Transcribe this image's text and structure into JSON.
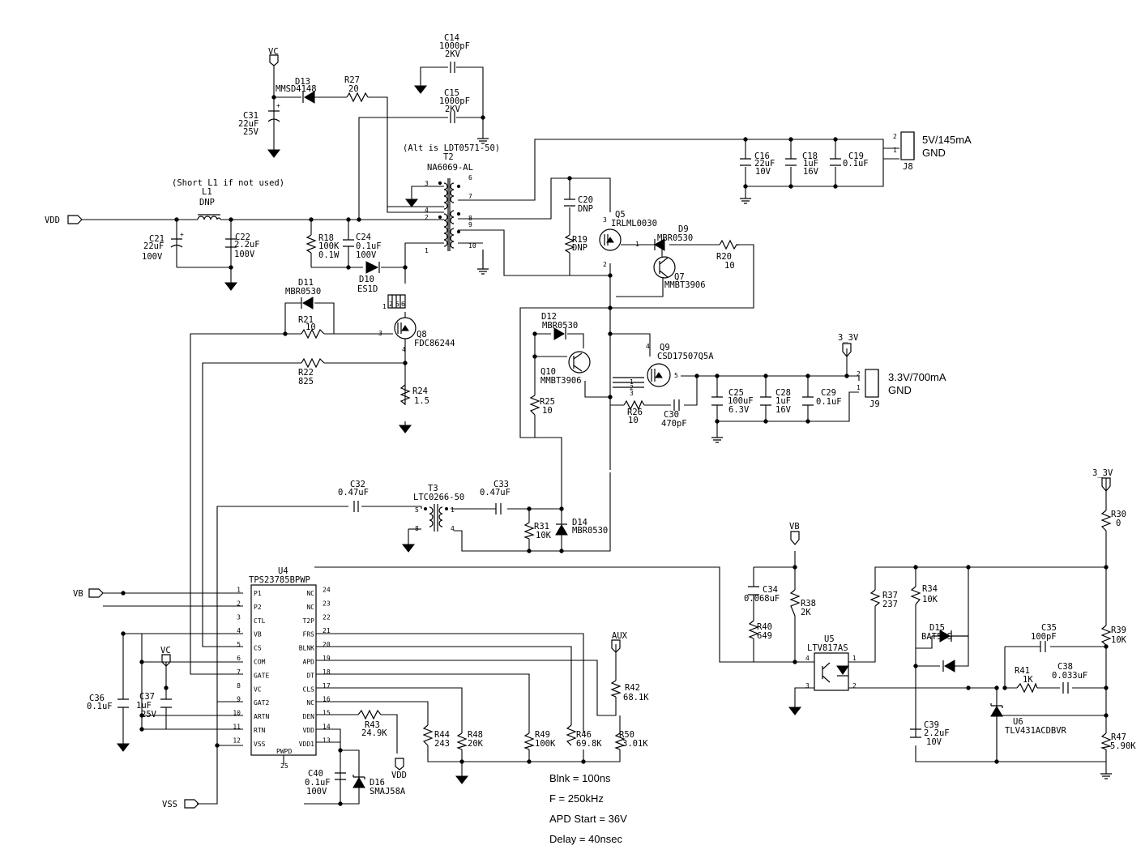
{
  "nets": {
    "vdd": "VDD",
    "vb": "VB",
    "vss": "VSS",
    "vc": "VC",
    "aux": "AUX",
    "v3_3": "3_3V",
    "vdd_small": "VDD"
  },
  "connectors": {
    "j8": {
      "ref": "J8",
      "pin2": "2",
      "pin1": "1",
      "line1": "5V/145mA",
      "line2": "GND"
    },
    "j9": {
      "ref": "J9",
      "pin2": "2",
      "pin1": "1",
      "line1": "3.3V/700mA",
      "line2": "GND"
    }
  },
  "notes_top": {
    "short_l1": "(Short L1 if not used)",
    "alt_t2": "(Alt is LDT0571-50)"
  },
  "components": {
    "c14": {
      "ref": "C14",
      "val": "1000pF",
      "val2": "2KV"
    },
    "c15": {
      "ref": "C15",
      "val": "1000pF",
      "val2": "2KV"
    },
    "d13": {
      "ref": "D13",
      "val": "MMSD4148"
    },
    "r27": {
      "ref": "R27",
      "val": "20"
    },
    "c31": {
      "ref": "C31",
      "val": "22uF",
      "val2": "25V"
    },
    "t2": {
      "ref": "T2",
      "val": "NA6069-AL"
    },
    "l1": {
      "ref": "L1",
      "val": "DNP"
    },
    "c21": {
      "ref": "C21",
      "val": "22uF",
      "val2": "100V"
    },
    "c22": {
      "ref": "C22",
      "val": "2.2uF",
      "val2": "100V"
    },
    "r18": {
      "ref": "R18",
      "val": "100K",
      "val2": "0.1W"
    },
    "c24": {
      "ref": "C24",
      "val": "0.1uF",
      "val2": "100V"
    },
    "d10": {
      "ref": "D10",
      "val": "ES1D"
    },
    "d11": {
      "ref": "D11",
      "val": "MBR0530"
    },
    "r21": {
      "ref": "R21",
      "val": "10"
    },
    "q8": {
      "ref": "Q8",
      "val": "FDC86244"
    },
    "r22": {
      "ref": "R22",
      "val": "825"
    },
    "r24": {
      "ref": "R24",
      "val": "1.5"
    },
    "c16": {
      "ref": "C16",
      "val": "22uF",
      "val2": "10V"
    },
    "c18": {
      "ref": "C18",
      "val": "1uF",
      "val2": "16V"
    },
    "c19": {
      "ref": "C19",
      "val": "0.1uF"
    },
    "c20": {
      "ref": "C20",
      "val": "DNP"
    },
    "r19": {
      "ref": "R19",
      "val": "DNP"
    },
    "q5": {
      "ref": "Q5",
      "val": "IRLML0030"
    },
    "d9": {
      "ref": "D9",
      "val": "MBR0530"
    },
    "r20": {
      "ref": "R20",
      "val": "10"
    },
    "q7": {
      "ref": "Q7",
      "val": "MMBT3906"
    },
    "d12": {
      "ref": "D12",
      "val": "MBR0530"
    },
    "q10": {
      "ref": "Q10",
      "val": "MMBT3906"
    },
    "q9": {
      "ref": "Q9",
      "val": "CSD17507Q5A"
    },
    "r25": {
      "ref": "R25",
      "val": "10"
    },
    "r26": {
      "ref": "R26",
      "val": "10"
    },
    "c30": {
      "ref": "C30",
      "val": "470pF"
    },
    "c25": {
      "ref": "C25",
      "val": "100uF",
      "val2": "6.3V"
    },
    "c28": {
      "ref": "C28",
      "val": "1uF",
      "val2": "16V"
    },
    "c29": {
      "ref": "C29",
      "val": "0.1uF"
    },
    "c32": {
      "ref": "C32",
      "val": "0.47uF"
    },
    "t3": {
      "ref": "T3",
      "val": "LTC0266-50"
    },
    "c33": {
      "ref": "C33",
      "val": "0.47uF"
    },
    "r31": {
      "ref": "R31",
      "val": "10K"
    },
    "d14": {
      "ref": "D14",
      "val": "MBR0530"
    },
    "u4": {
      "ref": "U4",
      "val": "TPS23785BPWP"
    },
    "c36": {
      "ref": "C36",
      "val": "0.1uF"
    },
    "c37": {
      "ref": "C37",
      "val": "1uF",
      "val2": "25V"
    },
    "r43": {
      "ref": "R43",
      "val": "24.9K"
    },
    "c40": {
      "ref": "C40",
      "val": "0.1uF",
      "val2": "100V"
    },
    "d16": {
      "ref": "D16",
      "val": "SMAJ58A"
    },
    "r44": {
      "ref": "R44",
      "val": "243"
    },
    "r48": {
      "ref": "R48",
      "val": "20K"
    },
    "r49": {
      "ref": "R49",
      "val": "100K"
    },
    "r46": {
      "ref": "R46",
      "val": "69.8K"
    },
    "r50": {
      "ref": "R50",
      "val": "3.01K"
    },
    "r42": {
      "ref": "R42",
      "val": "68.1K"
    },
    "c34": {
      "ref": "C34",
      "val": "0.068uF"
    },
    "r38": {
      "ref": "R38",
      "val": "2K"
    },
    "r40": {
      "ref": "R40",
      "val": "649"
    },
    "u5": {
      "ref": "U5",
      "val": "LTV817AS"
    },
    "r37": {
      "ref": "R37",
      "val": "237"
    },
    "r34": {
      "ref": "R34",
      "val": "10K"
    },
    "d15": {
      "ref": "D15",
      "val": "BAT54S"
    },
    "c35": {
      "ref": "C35",
      "val": "100pF"
    },
    "r41": {
      "ref": "R41",
      "val": "1K"
    },
    "c38": {
      "ref": "C38",
      "val": "0.033uF"
    },
    "c39": {
      "ref": "C39",
      "val": "2.2uF",
      "val2": "10V"
    },
    "u6": {
      "ref": "U6",
      "val": "TLV431ACDBVR"
    },
    "r30": {
      "ref": "R30",
      "val": "0"
    },
    "r39": {
      "ref": "R39",
      "val": "10K"
    },
    "r47": {
      "ref": "R47",
      "val": "5.90K"
    }
  },
  "u4_pins_left": [
    {
      "num": "1",
      "name": "P1"
    },
    {
      "num": "2",
      "name": "P2"
    },
    {
      "num": "3",
      "name": "CTL"
    },
    {
      "num": "4",
      "name": "VB"
    },
    {
      "num": "5",
      "name": "CS"
    },
    {
      "num": "6",
      "name": "COM"
    },
    {
      "num": "7",
      "name": "GATE"
    },
    {
      "num": "8",
      "name": "VC"
    },
    {
      "num": "9",
      "name": "GAT2"
    },
    {
      "num": "10",
      "name": "ARTN"
    },
    {
      "num": "11",
      "name": "RTN"
    },
    {
      "num": "12",
      "name": "VSS"
    }
  ],
  "u4_pins_right": [
    {
      "num": "24",
      "name": "NC"
    },
    {
      "num": "23",
      "name": "NC"
    },
    {
      "num": "22",
      "name": "T2P"
    },
    {
      "num": "21",
      "name": "FRS"
    },
    {
      "num": "20",
      "name": "BLNK"
    },
    {
      "num": "19",
      "name": "APD"
    },
    {
      "num": "18",
      "name": "DT"
    },
    {
      "num": "17",
      "name": "CLS"
    },
    {
      "num": "16",
      "name": "NC"
    },
    {
      "num": "15",
      "name": "DEN"
    },
    {
      "num": "14",
      "name": "VDD"
    },
    {
      "num": "13",
      "name": "VDD1"
    }
  ],
  "u4_pwpd": {
    "name": "PWPD",
    "num": "25"
  },
  "pin_numbers": {
    "t2": [
      "3",
      "4",
      "2",
      "1",
      "6",
      "7",
      "8",
      "9",
      "10"
    ],
    "q8": [
      "1",
      "2",
      "5",
      "6",
      "3",
      "4"
    ],
    "q5": [
      "3",
      "1",
      "2"
    ],
    "q9": [
      "4",
      "5",
      "1",
      "2",
      "3"
    ],
    "t3": [
      "5",
      "8",
      "1",
      "4"
    ],
    "u5": [
      "4",
      "3",
      "1",
      "2"
    ]
  },
  "design_notes": [
    "Blnk = 100ns",
    "F = 250kHz",
    "APD Start = 36V",
    "Delay = 40nsec"
  ]
}
